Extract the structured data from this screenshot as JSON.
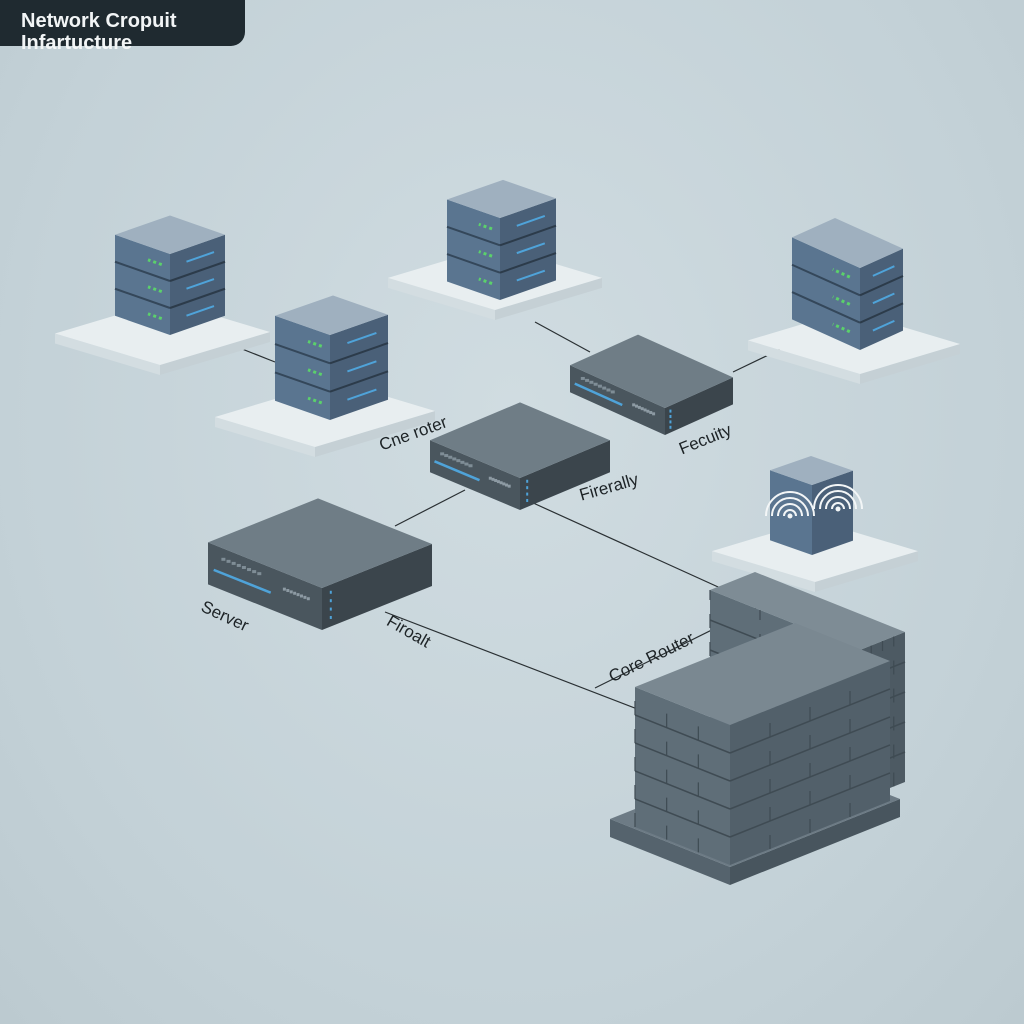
{
  "title": {
    "line1": "Network Cropuit",
    "line2": "Infartucture"
  },
  "labels": {
    "core_router_top": "Cne roter",
    "security": "Fecuity",
    "firerally": "Firerally",
    "server": "Server",
    "firewall": "Firoalt",
    "core_router": "Core Router"
  },
  "colors": {
    "device_top": "#6f7d86",
    "device_front": "#4a565e",
    "device_side": "#3b454c",
    "server_front": "#55708a",
    "led_green": "#5bd16b",
    "led_blue": "#4fa3d9",
    "platform": "#e8eef0",
    "wall": "#5f6e78",
    "title_bg": "#1f2a30"
  }
}
